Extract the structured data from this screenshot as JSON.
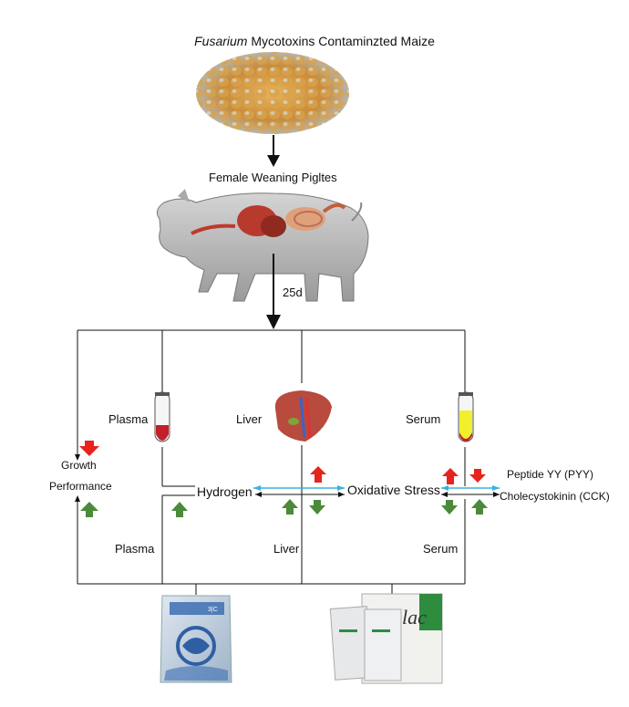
{
  "header": {
    "title_italic": "Fusarium",
    "title_rest": " Mycotoxins Contaminzted Maize"
  },
  "subject": {
    "label": "Female Weaning Pigltes"
  },
  "duration": {
    "label": "25d"
  },
  "samples": {
    "plasma": "Plasma",
    "liver": "Liver",
    "serum": "Serum"
  },
  "outcomes": {
    "growth_line1": "Growth",
    "growth_line2": "Performance",
    "hydrogen": "Hydrogen",
    "oxidative_stress": "Oxidative Stress",
    "pyy": "Peptide YY (PYY)",
    "cck": "Cholecystokinin (CCK)"
  },
  "bottom_labels": {
    "plasma": "Plasma",
    "liver": "Liver",
    "serum": "Serum"
  },
  "products": {
    "left_package_code": "3|C",
    "right_box_text": "lac"
  },
  "colors": {
    "up_arrow": "#e8231c",
    "down_arrow": "#4a8a3a",
    "connector": "#3ab0e0",
    "line": "#111111"
  }
}
